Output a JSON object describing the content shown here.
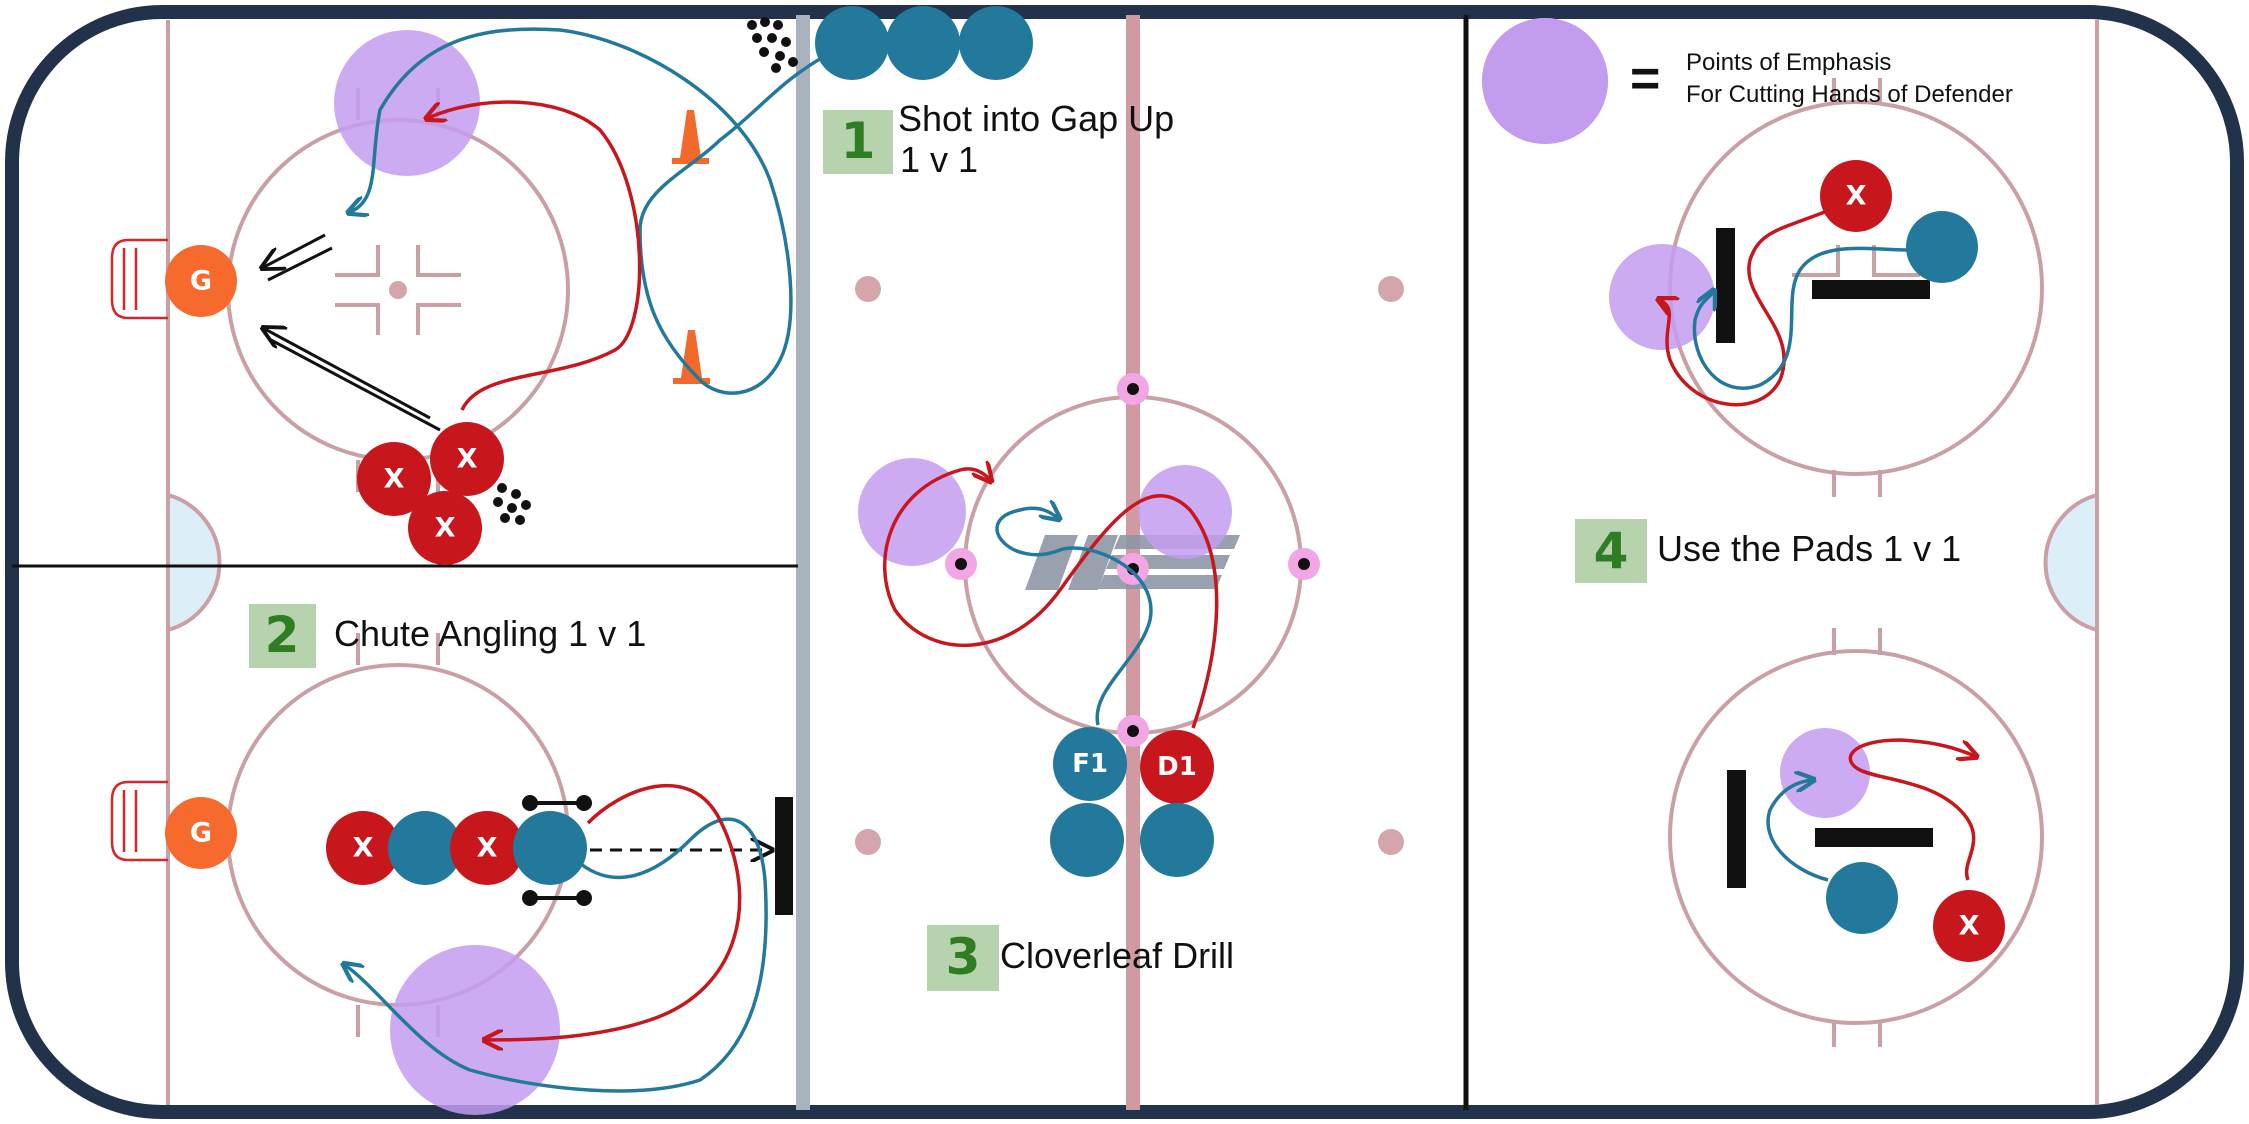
{
  "colors": {
    "board": "#22324a",
    "ice": "#ffffff",
    "line_pink": "#c9a0a6",
    "center_red": "#cf9aa2",
    "blue_line": "#a9b3bd",
    "crease": "#dceef7",
    "emphasis": "#c39cf0",
    "forward": "#23799c",
    "defender": "#c8161d",
    "goalie": "#f66a2e",
    "cone": "#f26a2b",
    "badge_bg": "#b7d3ad",
    "badge_num": "#2f7d22",
    "logo": "#8f96a6"
  },
  "legend": {
    "symbol": "=",
    "line1": "Points of Emphasis",
    "line2": "For Cutting Hands of Defender"
  },
  "drills": [
    {
      "number": "1",
      "title": "Shot into Gap Up",
      "subtitle": "1 v 1"
    },
    {
      "number": "2",
      "title": "Chute Angling 1 v 1"
    },
    {
      "number": "3",
      "title": "Cloverleaf Drill"
    },
    {
      "number": "4",
      "title": "Use the Pads 1 v 1"
    }
  ],
  "players": {
    "goalie": "G",
    "defender": "X",
    "forward_1": "F1",
    "defender_1": "D1"
  },
  "icons": [
    "goal-net-icon",
    "puck-pile-icon",
    "cone-icon",
    "emphasis-circle-icon",
    "logo-mark-icon"
  ]
}
